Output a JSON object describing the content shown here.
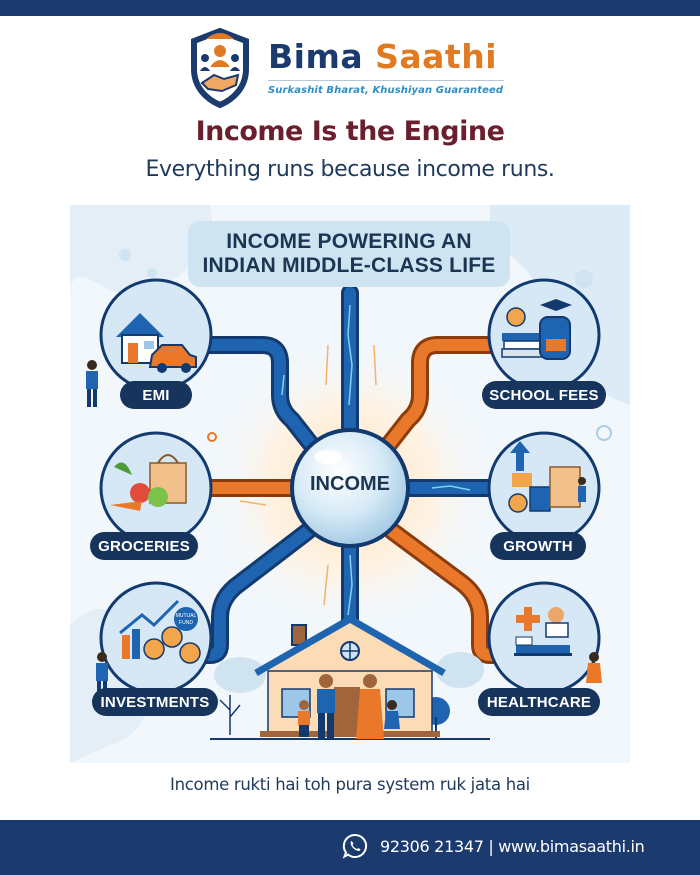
{
  "brand": {
    "name_part1": "Bima",
    "name_part2": "Saathi",
    "tagline": "Surkashit Bharat, Khushiyan Guaranteed",
    "colors": {
      "navy": "#1b3a6e",
      "orange": "#e07b24",
      "maroon": "#6b1f2e",
      "sky": "#2d8fc4"
    }
  },
  "header": {
    "headline": "Income Is the Engine",
    "subhead": "Everything runs because income runs."
  },
  "illustration": {
    "title_line1": "INCOME POWERING AN",
    "title_line2": "INDIAN MIDDLE-CLASS LIFE",
    "center_label": "INCOME",
    "nodes": [
      {
        "label": "EMI",
        "icon": "house-car-icon",
        "pipe_color": "#1e64b0"
      },
      {
        "label": "SCHOOL FEES",
        "icon": "backpack-books-icon",
        "pipe_color": "#e9782a"
      },
      {
        "label": "GROCERIES",
        "icon": "vegetables-bag-icon",
        "pipe_color": "#e9782a"
      },
      {
        "label": "GROWTH",
        "icon": "arrow-calculator-icon",
        "pipe_color": "#1e64b0"
      },
      {
        "label": "INVESTMENTS",
        "icon": "coins-chart-icon",
        "pipe_color": "#1e64b0",
        "badge": "MUTUAL FUND"
      },
      {
        "label": "HEALTHCARE",
        "icon": "hospital-bed-doctor-icon",
        "pipe_color": "#e9782a"
      }
    ],
    "bottom": {
      "icon": "family-home-icon"
    }
  },
  "tagline": "Income rukti hai toh pura system ruk jata hai",
  "footer": {
    "contact": "92306 21347 | www.bimasaathi.in",
    "icon": "whatsapp-icon"
  }
}
